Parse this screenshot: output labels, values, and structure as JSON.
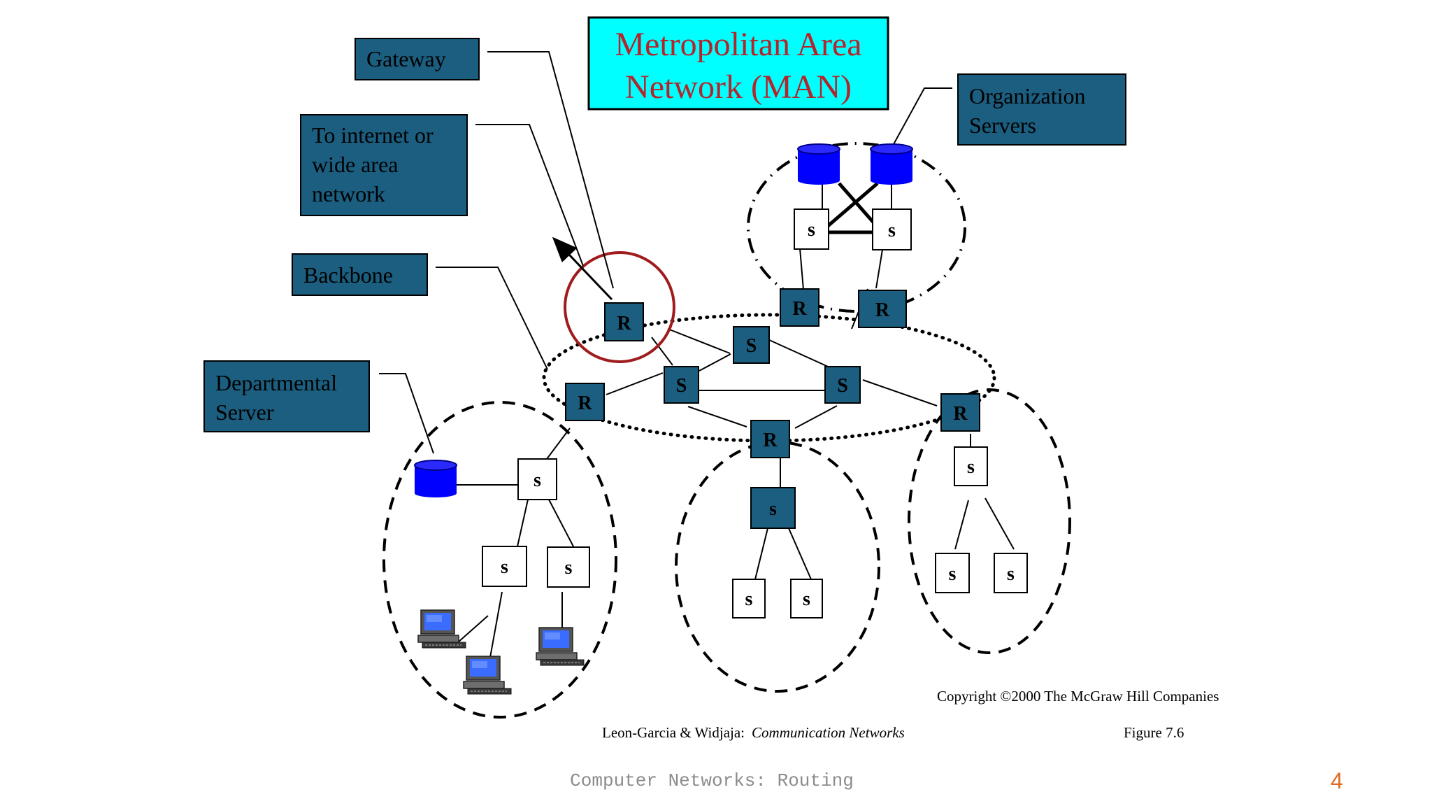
{
  "title": {
    "line1": "Metropolitan Area",
    "line2": "Network (MAN)"
  },
  "labels": {
    "gateway": "Gateway",
    "internet": [
      "To internet or",
      "wide area",
      "network"
    ],
    "backbone": "Backbone",
    "departmental_server": [
      "Departmental",
      "Server"
    ],
    "organization_servers": [
      "Organization",
      "Servers"
    ]
  },
  "node_labels": {
    "router": "R",
    "backbone_switch": "S",
    "switch": "s"
  },
  "credits": {
    "copyright": "Copyright ©2000 The McGraw Hill Companies",
    "authors": "Leon-Garcia & Widjaja:",
    "book": "Communication Networks",
    "figure": "Figure 7.6"
  },
  "footer": {
    "course": "Computer Networks: Routing",
    "page": "4"
  },
  "colors": {
    "label_box": "#1b5e7f",
    "node_dark": "#1b5e7f",
    "title_box": "#00ffff",
    "title_text": "#b5242a",
    "gateway_circle": "#a01c1c",
    "database": "#0000ff",
    "page_number": "#e06a1f",
    "footer_text": "#8c8c8c"
  }
}
